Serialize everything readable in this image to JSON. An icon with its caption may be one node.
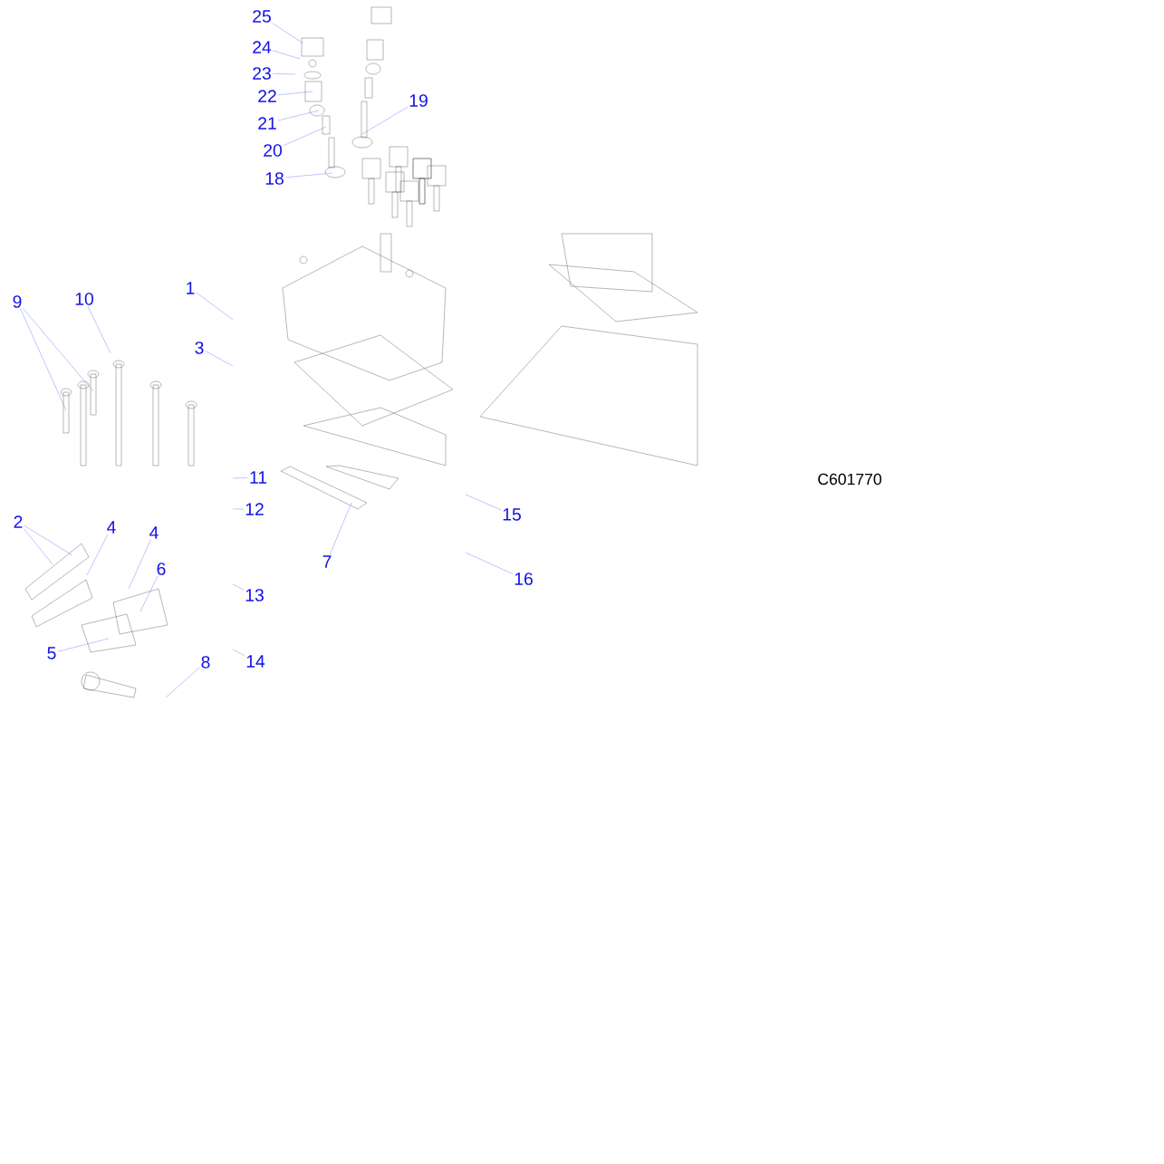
{
  "diagram": {
    "nodes": [
      {
        "text": [
          "25"
        ]
      },
      {
        "text": [
          "24"
        ]
      },
      {
        "text": [
          "23"
        ]
      },
      {
        "text": [
          "22"
        ]
      },
      {
        "text": [
          "21"
        ]
      },
      {
        "text": [
          "20"
        ]
      },
      {
        "text": [
          "19"
        ]
      },
      {
        "text": [
          "18"
        ]
      },
      {
        "text": [
          "9"
        ]
      },
      {
        "text": [
          "10"
        ]
      },
      {
        "text": [
          "1"
        ]
      },
      {
        "text": [
          "3"
        ]
      },
      {
        "text": [
          "11"
        ]
      },
      {
        "text": [
          "12"
        ]
      },
      {
        "text": [
          "2"
        ]
      },
      {
        "text": [
          "4"
        ]
      },
      {
        "text": [
          "4"
        ]
      },
      {
        "text": [
          "6"
        ]
      },
      {
        "text": [
          "7"
        ]
      },
      {
        "text": [
          "15"
        ]
      },
      {
        "text": [
          "16"
        ]
      },
      {
        "text": [
          "13"
        ]
      },
      {
        "text": [
          "5"
        ]
      },
      {
        "text": [
          "8"
        ]
      },
      {
        "text": [
          "14"
        ]
      }
    ],
    "edges": [
      {
        "from": 0,
        "to": null,
        "arrow": "none"
      },
      {
        "from": 1,
        "to": null,
        "arrow": "none"
      },
      {
        "from": 2,
        "to": null,
        "arrow": "none"
      },
      {
        "from": 3,
        "to": null,
        "arrow": "none"
      },
      {
        "from": 4,
        "to": null,
        "arrow": "none"
      },
      {
        "from": 5,
        "to": null,
        "arrow": "none"
      },
      {
        "from": 6,
        "to": null,
        "arrow": "none"
      },
      {
        "from": 7,
        "to": null,
        "arrow": "none"
      },
      {
        "from": 8,
        "to": null,
        "arrow": "none"
      },
      {
        "from": 8,
        "to": null,
        "arrow": "none"
      },
      {
        "from": 9,
        "to": null,
        "arrow": "none"
      },
      {
        "from": 10,
        "to": null,
        "arrow": "none"
      },
      {
        "from": 11,
        "to": null,
        "arrow": "none"
      },
      {
        "from": 12,
        "to": null,
        "arrow": "none"
      },
      {
        "from": 13,
        "to": null,
        "arrow": "none"
      },
      {
        "from": 14,
        "to": null,
        "arrow": "none"
      },
      {
        "from": 14,
        "to": null,
        "arrow": "none"
      },
      {
        "from": 15,
        "to": null,
        "arrow": "none"
      },
      {
        "from": 16,
        "to": null,
        "arrow": "none"
      },
      {
        "from": 17,
        "to": null,
        "arrow": "none"
      },
      {
        "from": 18,
        "to": null,
        "arrow": "none"
      },
      {
        "from": 19,
        "to": null,
        "arrow": "none"
      },
      {
        "from": 20,
        "to": null,
        "arrow": "none"
      },
      {
        "from": 21,
        "to": null,
        "arrow": "none"
      },
      {
        "from": 22,
        "to": null,
        "arrow": "none"
      },
      {
        "from": 23,
        "to": null,
        "arrow": "none"
      },
      {
        "from": 24,
        "to": null,
        "arrow": "none"
      }
    ],
    "labels": [
      "C601770"
    ]
  }
}
